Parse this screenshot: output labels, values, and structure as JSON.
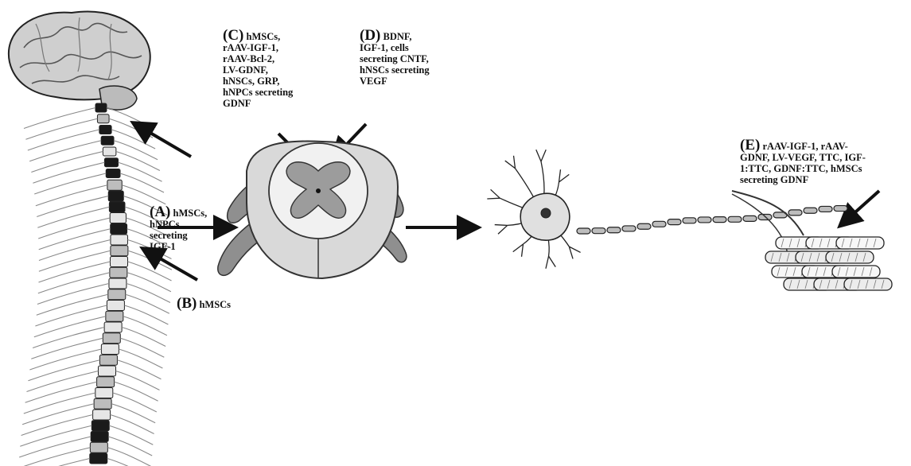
{
  "labels": {
    "A": {
      "letter": "(A)",
      "lines": [
        "hMSCs,",
        "hNPCs",
        "secreting",
        "IGF-1"
      ]
    },
    "B": {
      "letter": "(B)",
      "lines": [
        "hMSCs"
      ]
    },
    "C": {
      "letter": "(C)",
      "lines": [
        "hMSCs,",
        "rAAV-IGF-1,",
        "rAAV-Bcl-2,",
        "LV-GDNF,",
        "hNSCs, GRP,",
        "hNPCs secreting",
        "GDNF"
      ]
    },
    "D": {
      "letter": "(D)",
      "lines": [
        "BDNF,",
        "IGF-1, cells",
        "secreting CNTF,",
        "hNSCs secreting",
        "VEGF"
      ]
    },
    "E": {
      "letter": "(E)",
      "lines": [
        "rAAV-IGF-1, rAAV-",
        "GDNF, LV-VEGF, TTC, IGF-",
        "1:TTC, GDNF:TTC, hMSCs",
        "secreting GDNF"
      ]
    }
  },
  "colors": {
    "ink": "#111111",
    "gray_fill": "#bdbdbd",
    "light_fill": "#e6e6e6",
    "dark_vertebra": "#1a1a1a"
  }
}
